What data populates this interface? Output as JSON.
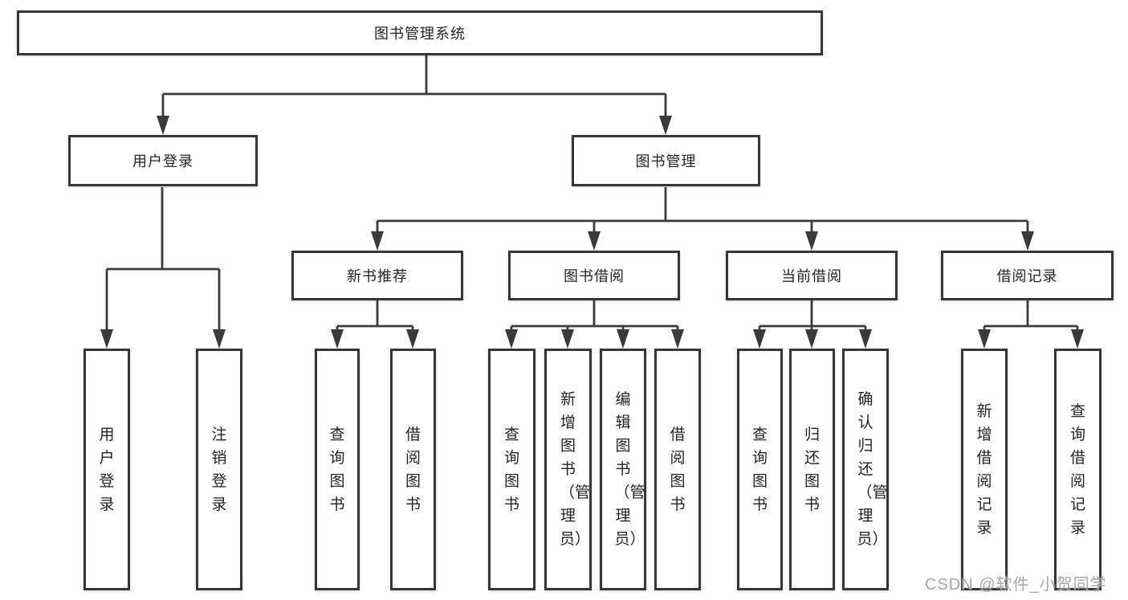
{
  "colors": {
    "line": "#3a3a3a",
    "box_border": "#363636",
    "box_background": "#ffffff",
    "text": "#242424",
    "watermark_text_color": "#9e9e9e"
  },
  "diagram": {
    "root": {
      "label": "图书管理系统"
    },
    "level2": [
      {
        "label": "用户登录"
      },
      {
        "label": "图书管理"
      }
    ],
    "level3": [
      {
        "label": "新书推荐"
      },
      {
        "label": "图书借阅"
      },
      {
        "label": "当前借阅"
      },
      {
        "label": "借阅记录"
      }
    ],
    "leaves": {
      "user_login": [
        {
          "label": "用户登录"
        },
        {
          "label": "注销登录"
        }
      ],
      "new_book_recommend": [
        {
          "label": "查询图书"
        },
        {
          "label": "借阅图书"
        }
      ],
      "book_borrow": [
        {
          "label": "查询图书"
        },
        {
          "label": "新增图书（管理员）"
        },
        {
          "label": "编辑图书（管理员）"
        },
        {
          "label": "借阅图书"
        }
      ],
      "current_borrow": [
        {
          "label": "查询图书"
        },
        {
          "label": "归还图书"
        },
        {
          "label": "确认归还（管理员）"
        }
      ],
      "borrow_records": [
        {
          "label": "新增借阅记录"
        },
        {
          "label": "查询借阅记录"
        }
      ]
    }
  },
  "watermark": {
    "text": "CSDN @软件_小贺同学"
  }
}
